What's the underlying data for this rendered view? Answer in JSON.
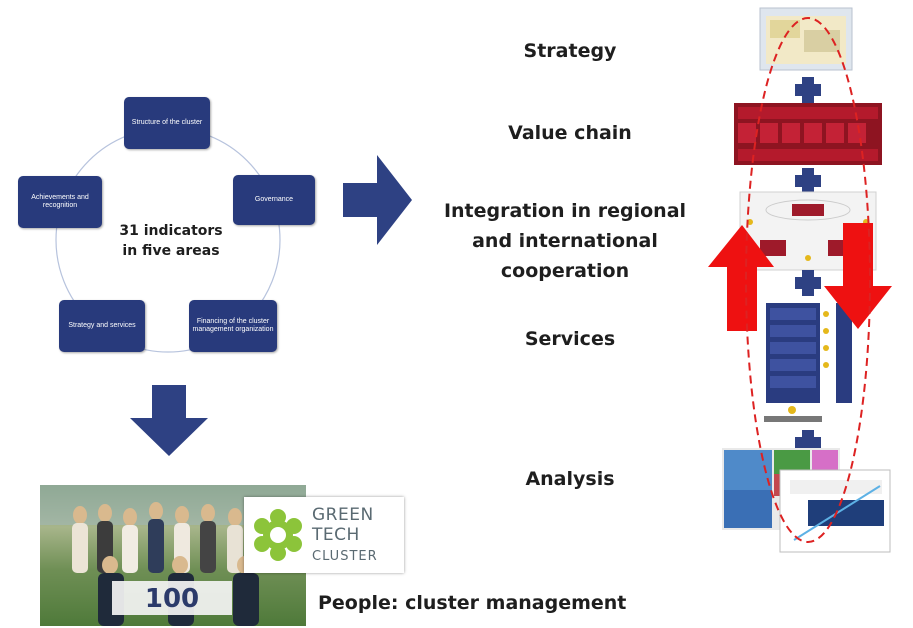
{
  "cycle": {
    "center": "31 indicators\nin five areas",
    "nodes": [
      {
        "key": "structure",
        "label": "Structure of the cluster"
      },
      {
        "key": "governance",
        "label": "Governance"
      },
      {
        "key": "financing",
        "label": "Financing of the cluster management organization"
      },
      {
        "key": "strategy_services",
        "label": "Strategy and services"
      },
      {
        "key": "achievements",
        "label": "Achievements and recognition"
      }
    ]
  },
  "labels": {
    "strategy": "Strategy",
    "value_chain": "Value chain",
    "integration": "Integration in regional\nand international\ncooperation",
    "services": "Services",
    "analysis": "Analysis",
    "people": "People: cluster management"
  },
  "logo": {
    "line1": "GREEN",
    "line2": "TECH",
    "line3": "CLUSTER"
  },
  "photo_sign": "100",
  "colors": {
    "node": "#283a7c",
    "arrow": "#2e4183",
    "red_arrow": "#ee1111",
    "dashed_ellipse": "#dd2222",
    "logo_green": "#8cc43a"
  }
}
